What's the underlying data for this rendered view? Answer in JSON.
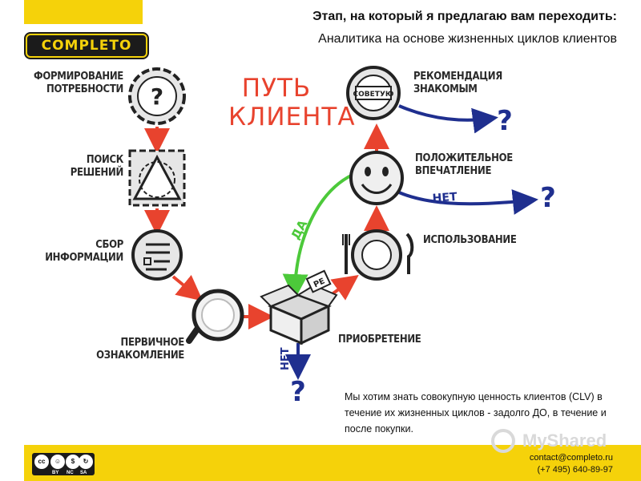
{
  "header": {
    "title": "Этап, на который я предлагаю вам переходить:",
    "subtitle": "Аналитика на основе жизненных циклов клиентов"
  },
  "logo": {
    "text": "COMPLETO"
  },
  "diagram": {
    "title_lines": [
      "ПУТЬ",
      "КЛИЕНТА"
    ],
    "stages": {
      "need": [
        "ФОРМИРОВАНИЕ",
        "ПОТРЕБНОСТИ"
      ],
      "search": [
        "ПОИСК",
        "РЕШЕНИЙ"
      ],
      "info": [
        "СБОР",
        "ИНФОРМАЦИИ"
      ],
      "acquaint": [
        "ПЕРВИЧНОЕ",
        "ОЗНАКОМЛЕНИЕ"
      ],
      "purchase": [
        "ПРИОБРЕТЕНИЕ"
      ],
      "usage": [
        "ИСПОЛЬЗОВАНИЕ"
      ],
      "impression": [
        "ПОЛОЖИТЕЛЬНОЕ",
        "ВПЕЧАТЛЕНИЕ"
      ],
      "recommend": [
        "РЕКОМЕНДАЦИЯ",
        "ЗНАКОМЫМ"
      ]
    },
    "yes_label": "ДА",
    "no_label": "НЕТ",
    "advise_badge": "СОВЕТУЮ",
    "question_mark": "?",
    "box_tag": "РЕ",
    "colors": {
      "red_arrow": "#e8432e",
      "green_arrow": "#4cc93a",
      "blue_arrow": "#1f2f8f",
      "accent": "#f5d20a"
    }
  },
  "note": "Мы хотим знать совокупную ценность клиентов (CLV) в течение их жизненных циклов - задолго ДО, в течение и после покупки.",
  "footer": {
    "cc_labels": [
      "BY",
      "NC",
      "SA"
    ],
    "contact_email": "contact@completo.ru",
    "contact_phone": "(+7 495)  640-89-97",
    "watermark": "MyShared"
  }
}
